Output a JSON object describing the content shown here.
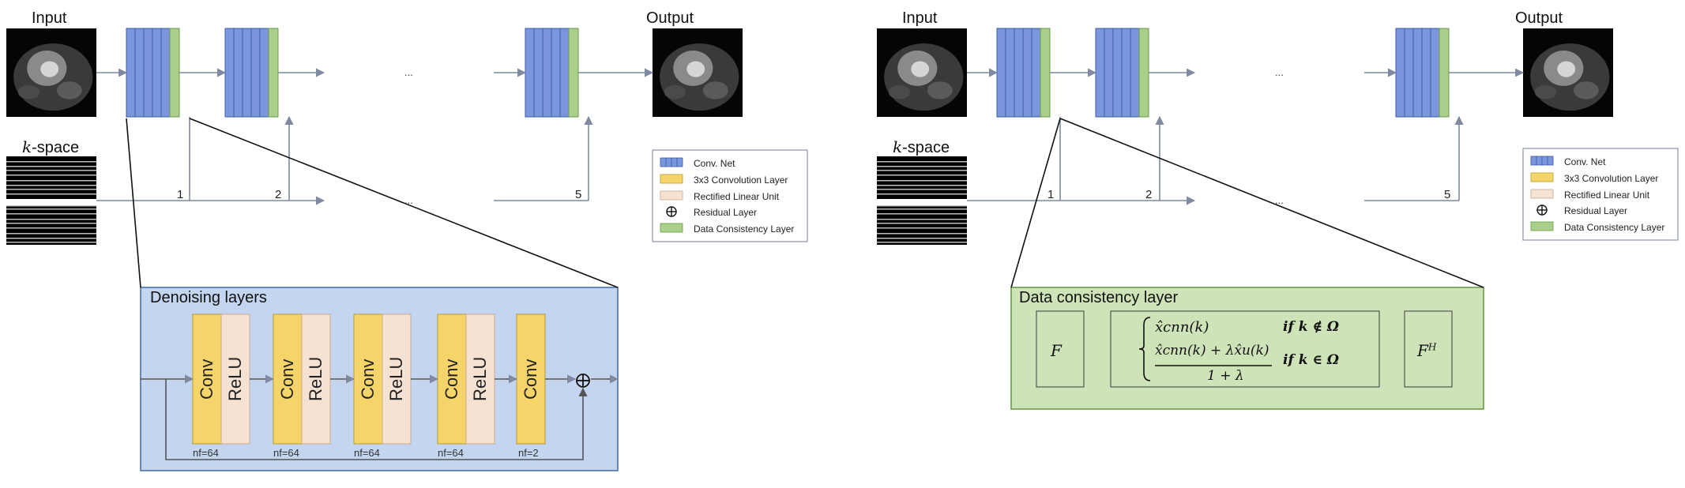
{
  "colors": {
    "convnet": "#7b96dc",
    "conv3x3": "#f5d56a",
    "relu": "#f6e2d3",
    "datacons": "#a9cf8b",
    "denoise_bg": "#c4d6ef",
    "dc_bg": "#cfe3b8",
    "line": "#7f8aa0"
  },
  "left": {
    "input_label": "Input",
    "output_label": "Output",
    "kspace_label_k": "k",
    "kspace_label_rest": "-space",
    "ellipsis": "...",
    "stage_numbers": [
      "1",
      "2",
      "5"
    ],
    "denoise_title": "Denoising layers",
    "blocks": [
      {
        "conv": "Conv",
        "relu": "ReLU",
        "nf": "nf=64"
      },
      {
        "conv": "Conv",
        "relu": "ReLU",
        "nf": "nf=64"
      },
      {
        "conv": "Conv",
        "relu": "ReLU",
        "nf": "nf=64"
      },
      {
        "conv": "Conv",
        "relu": "ReLU",
        "nf": "nf=64"
      },
      {
        "conv": "Conv",
        "relu": "",
        "nf": "nf=2"
      }
    ]
  },
  "right": {
    "input_label": "Input",
    "output_label": "Output",
    "kspace_label_k": "k",
    "kspace_label_rest": "-space",
    "ellipsis": "...",
    "stage_numbers": [
      "1",
      "2",
      "5"
    ],
    "dc_title": "Data consistency layer",
    "f_label": "F",
    "fh_label": "F",
    "fh_sup": "H",
    "eq_line1": "x̂cnn(k)",
    "eq_cond1": "if k ∉ Ω",
    "eq_line2_num": "x̂cnn(k) + λx̂u(k)",
    "eq_line2_den": "1 + λ",
    "eq_cond2": "if k ∈ Ω"
  },
  "legend": {
    "items": [
      {
        "key": "convnet",
        "label": "Conv. Net"
      },
      {
        "key": "conv3x3",
        "label": "3x3 Convolution Layer"
      },
      {
        "key": "relu",
        "label": "Rectified Linear Unit"
      },
      {
        "key": "residual",
        "label": "Residual Layer"
      },
      {
        "key": "datacons",
        "label": "Data Consistency Layer"
      }
    ]
  }
}
